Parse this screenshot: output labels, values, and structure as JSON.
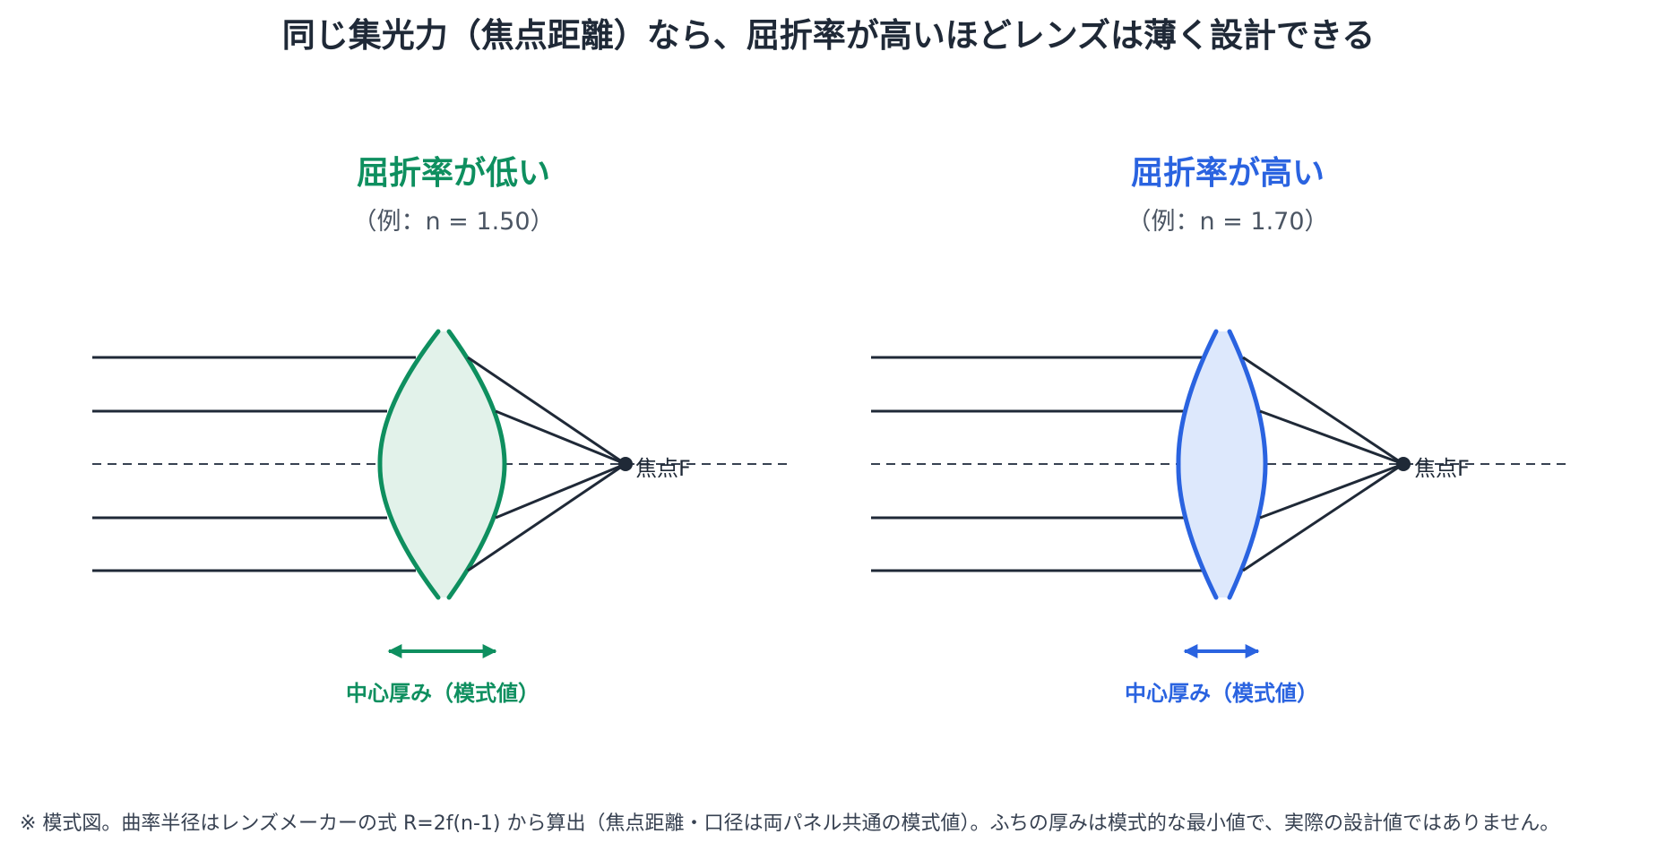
{
  "title": "同じ集光力（焦点距離）なら、屈折率が高いほどレンズは薄く設計できる",
  "panels": [
    {
      "title": "屈折率が低い",
      "subtitle": "（例：n = 1.50）",
      "focus_label": "焦点F",
      "thickness_label": "中心厚み（模式値）",
      "color": "#0e8f5f",
      "fill": "#e2f2ea"
    },
    {
      "title": "屈折率が高い",
      "subtitle": "（例：n = 1.70）",
      "focus_label": "焦点F",
      "thickness_label": "中心厚み（模式値）",
      "color": "#2a63e0",
      "fill": "#dde8fc"
    }
  ],
  "footnote": "※ 模式図。曲率半径はレンズメーカーの式 R=2f(n-1) から算出（焦点距離・口径は両パネル共通の模式値）。ふちの厚みは模式的な最小値で、実際の設計値ではありません。"
}
